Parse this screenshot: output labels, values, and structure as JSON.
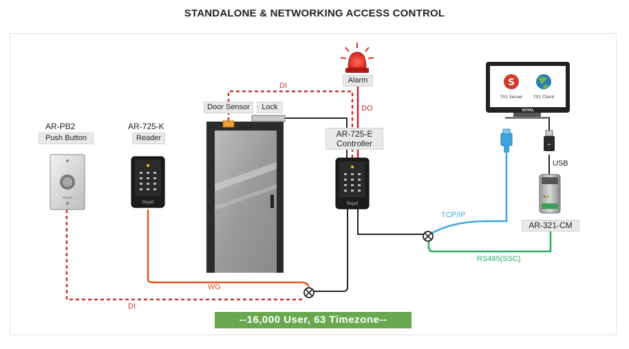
{
  "title": "STANDALONE & NETWORKING ACCESS CONTROL",
  "devices": {
    "push_button": {
      "model": "AR-PB2",
      "label": "Push Button",
      "brand": "Soyal"
    },
    "reader": {
      "model": "AR-725-K",
      "label": "Reader",
      "brand": "Soyal"
    },
    "door": {
      "sensor_label": "Door Sensor",
      "lock_label": "Lock"
    },
    "controller": {
      "model": "AR-725-E",
      "label": "Controller",
      "brand": "Soyal"
    },
    "alarm": {
      "label": "Alarm"
    },
    "converter": {
      "model": "AR-321-CM"
    },
    "monitor": {
      "server_label": "701 Server",
      "client_label": "701 Client",
      "brand": "SOYAL"
    }
  },
  "connections": {
    "di_top": "DI",
    "di_bottom": "DI",
    "do": "DO",
    "wg": "WG",
    "tcpip": "TCP/IP",
    "rs485": "RS485(SSC)",
    "usb": "USB"
  },
  "banner": "--16,000 User, 63 Timezone--",
  "colors": {
    "di_dashed": "#d0312d",
    "do": "#c8282a",
    "wg": "#e8541c",
    "tcpip": "#3da6de",
    "rs485": "#27ae60",
    "wire": "#222222",
    "banner_bg": "#6aa84f"
  }
}
